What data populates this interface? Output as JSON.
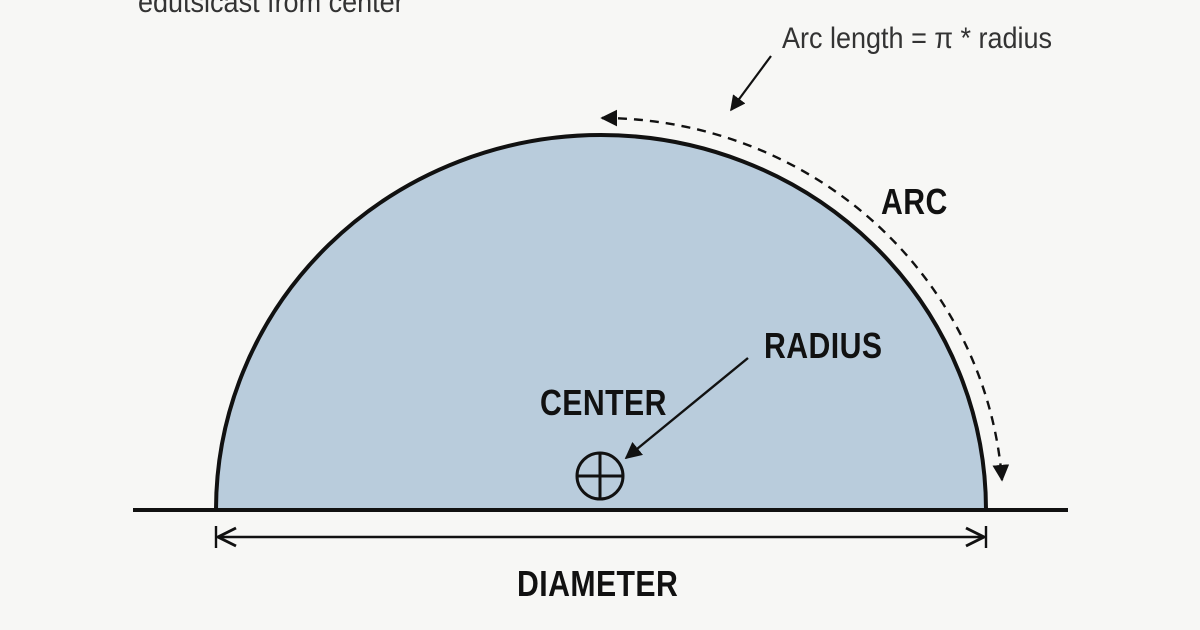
{
  "labels": {
    "top_note": "edutsicast from center",
    "arc_formula": "Arc length = π * radius",
    "arc": "ARC",
    "radius": "RADIUS",
    "center": "CENTER",
    "diameter": "DIAMETER"
  },
  "colors": {
    "background": "#f7f7f5",
    "semicircle_fill": "#b9ccdc",
    "stroke": "#111111",
    "note_text": "#333333"
  },
  "icons": {
    "center_marker": "crosshair-circle-icon"
  }
}
